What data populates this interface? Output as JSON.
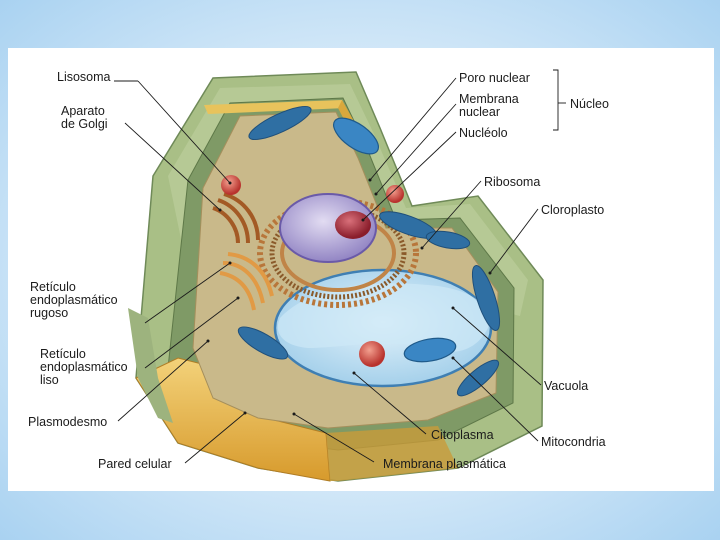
{
  "diagram": {
    "labels": {
      "lisosoma": "Lisosoma",
      "golgi_1": "Aparato",
      "golgi_2": "de Golgi",
      "poro_nuclear": "Poro nuclear",
      "membrana_nuclear_1": "Membrana",
      "membrana_nuclear_2": "nuclear",
      "nucleolo": "Nucléolo",
      "nucleo": "Núcleo",
      "ribosoma": "Ribosoma",
      "cloroplasto": "Cloroplasto",
      "rer_1": "Retículo",
      "rer_2": "endoplasmático",
      "rer_3": "rugoso",
      "rel_1": "Retículo",
      "rel_2": "endoplasmático",
      "rel_3": "liso",
      "vacuola": "Vacuola",
      "plasmodesmo": "Plasmodesmo",
      "citoplasma": "Citoplasma",
      "mitocondria": "Mitocondria",
      "pared_celular": "Pared celular",
      "membrana_plasmatica": "Membrana plasmática"
    },
    "colors": {
      "wall_green": "#a9bf86",
      "wall_dark": "#7f9a66",
      "cytoplasm": "#c9b98a",
      "vacuole": "#bfe0f3",
      "nucleus": "#a89bd0",
      "nucleolus": "#a02838",
      "chloroplast": "#2f6fa3",
      "lysosome": "#c8463e",
      "golgi": "#d98a3a",
      "wall_cut": "#e8b84a"
    }
  }
}
